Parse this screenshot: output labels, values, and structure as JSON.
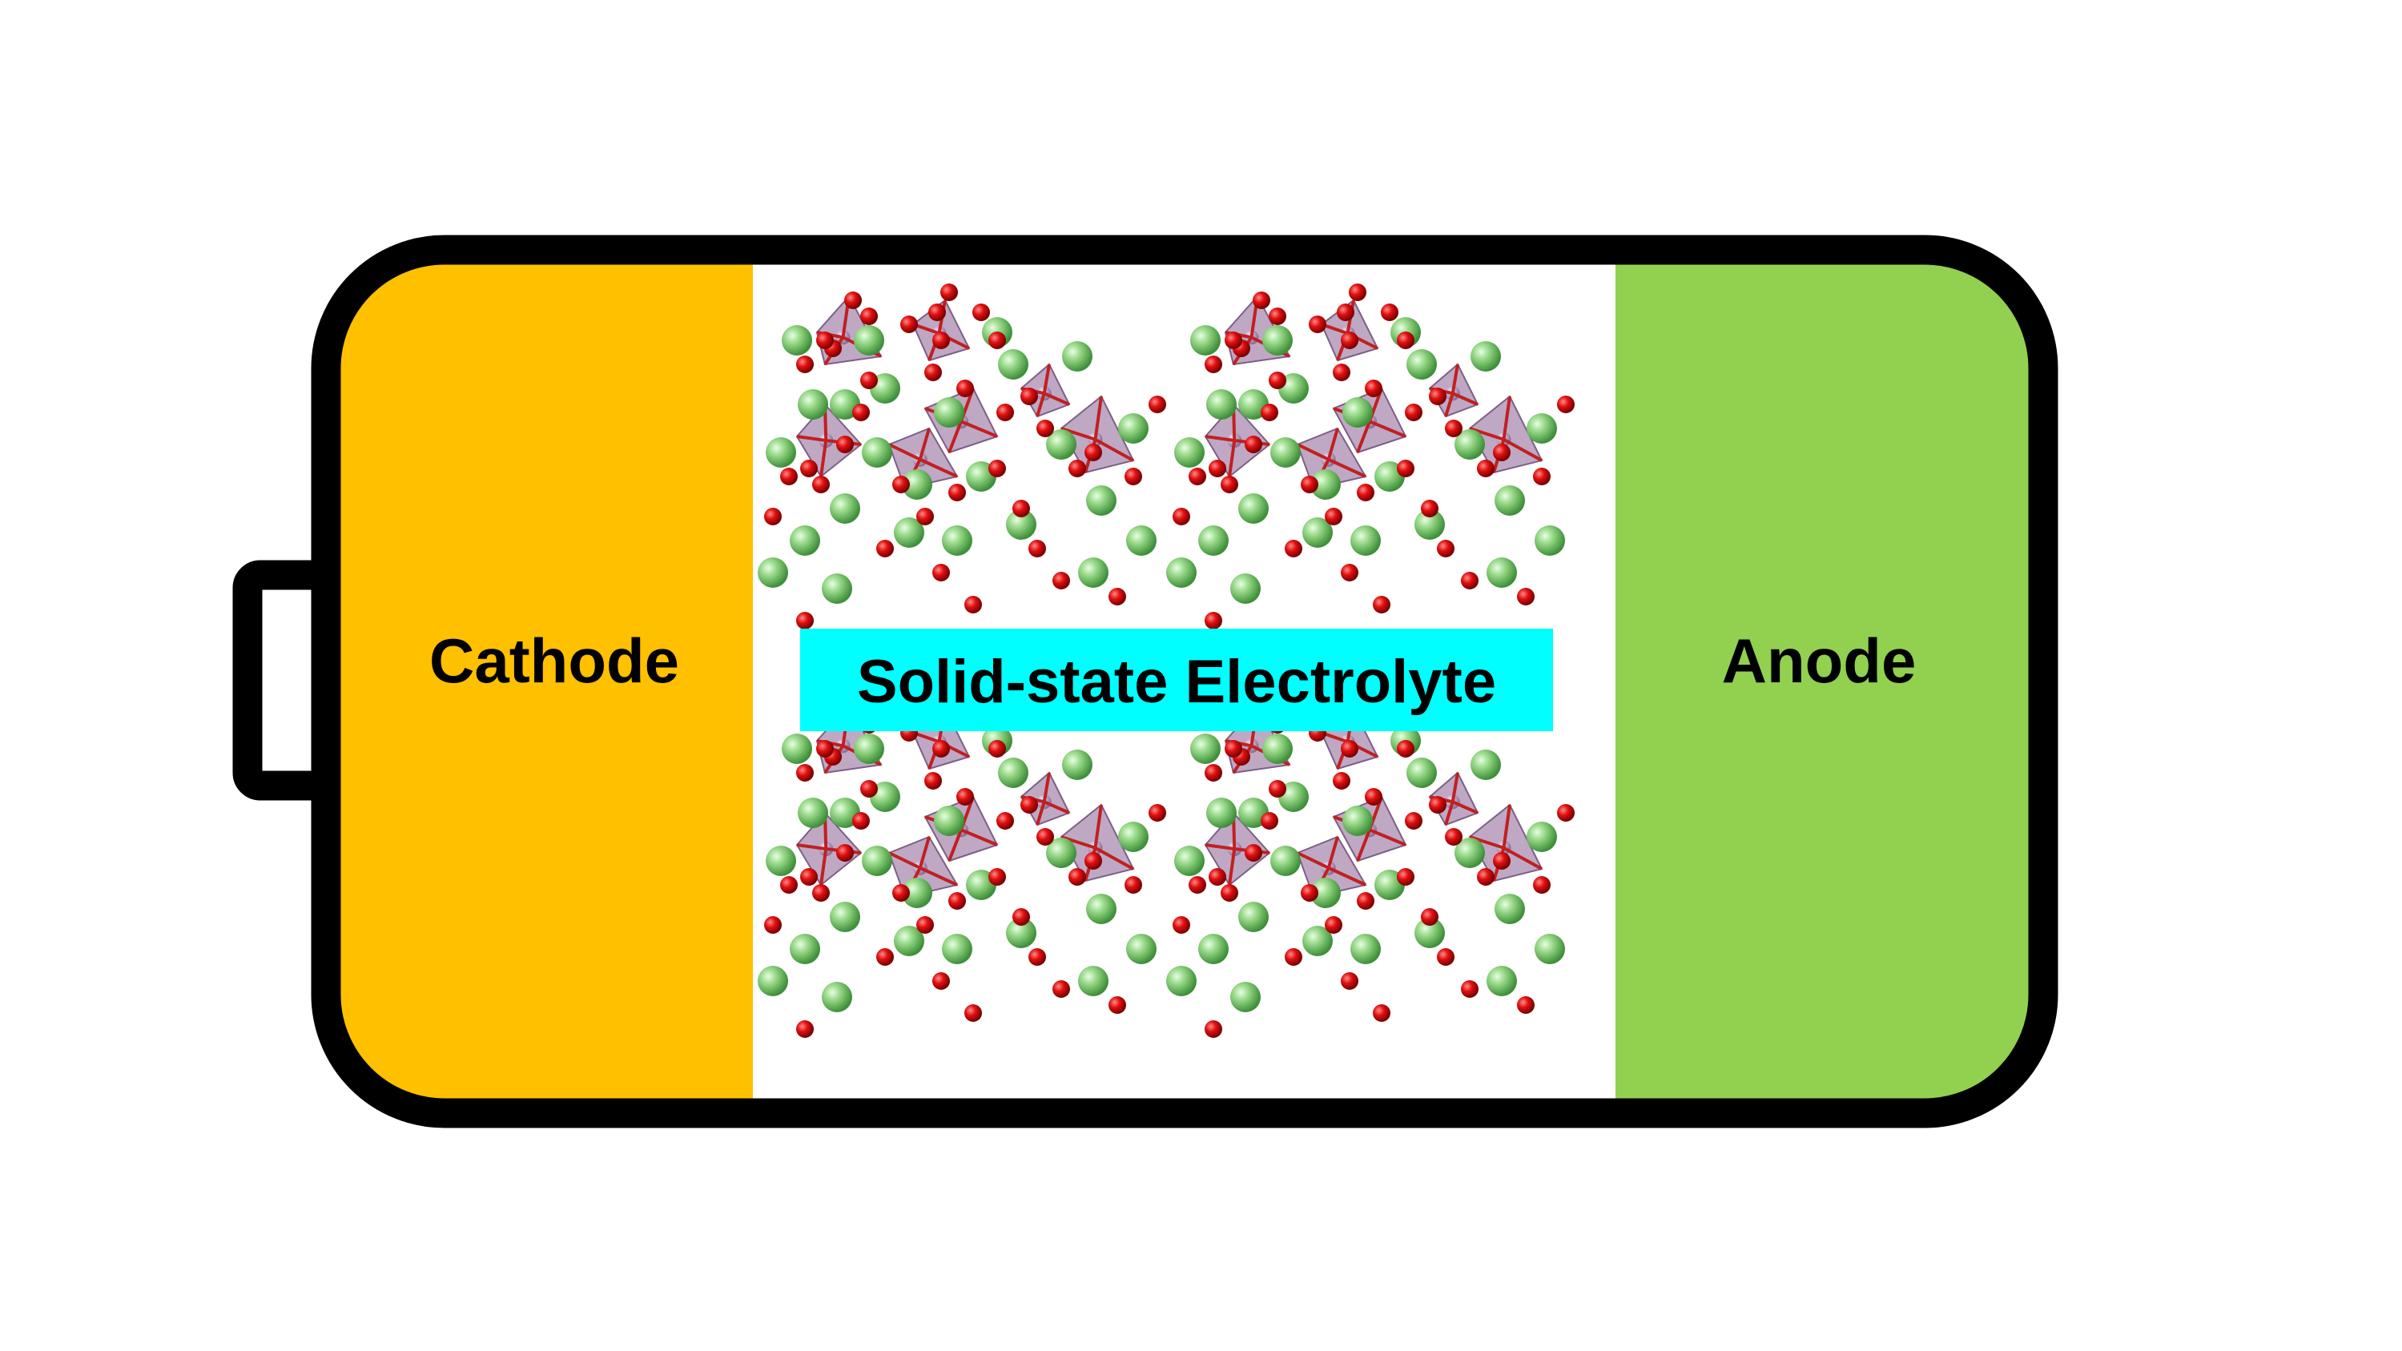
{
  "labels": {
    "cathode": "Cathode",
    "electrolyte": "Solid-state Electrolyte",
    "anode": "Anode"
  },
  "colors": {
    "cathode": "#FFC000",
    "anode": "#92D050",
    "electrolyte_bg": "#FFFFFF",
    "banner": "#00FFFF",
    "outline": "#000000",
    "green_atom": "#8BD17C",
    "red_atom": "#DD1111",
    "tetrahedron": "#A98BB0"
  },
  "icons": {
    "battery": "battery-outline-icon",
    "crystal": "crystal-structure-icon"
  }
}
